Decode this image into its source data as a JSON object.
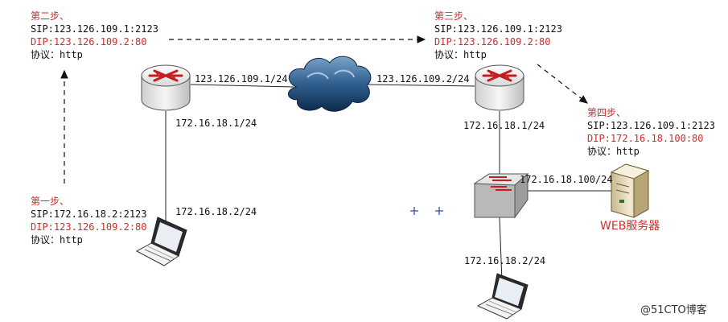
{
  "steps": {
    "step1": {
      "title": "第一步、",
      "sip": "SIP:172.16.18.2:2123",
      "dip": "DIP:123.126.109.2:80",
      "proto": "协议：http"
    },
    "step2": {
      "title": "第二步、",
      "sip": "SIP:123.126.109.1:2123",
      "dip": "DIP:123.126.109.2:80",
      "proto": "协议：http"
    },
    "step3": {
      "title": "第三步、",
      "sip": "SIP:123.126.109.1:2123",
      "dip": "DIP:123.126.109.2:80",
      "proto": "协议：http"
    },
    "step4": {
      "title": "第四步、",
      "sip": "SIP:123.126.109.1:2123",
      "dip": "DIP:172.16.18.100:80",
      "proto": "协议：http"
    }
  },
  "ips": {
    "router_left_wan": "123.126.109.1/24",
    "router_right_wan": "123.126.109.2/24",
    "router_left_lan": "172.16.18.1/24",
    "router_right_lan": "172.16.18.1/24",
    "laptop_left": "172.16.18.2/24",
    "server": "172.16.18.100/24",
    "laptop_right": "172.16.18.2/24"
  },
  "server_label": "WEB服务器",
  "watermark": "@51CTO博客",
  "colors": {
    "red": "#d42a2a",
    "line": "#222222"
  }
}
